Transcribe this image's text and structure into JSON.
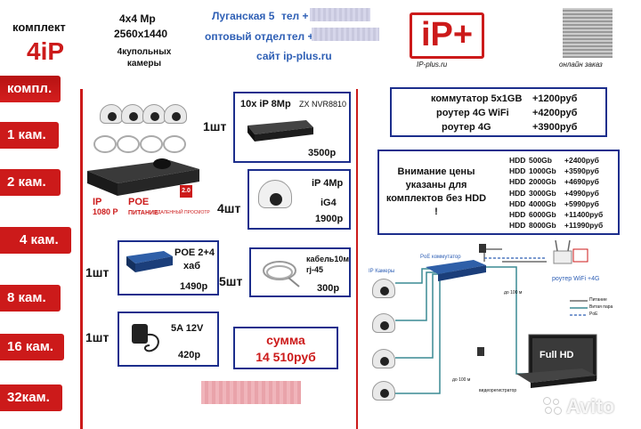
{
  "header": {
    "kit_label": "комплект",
    "brand": "4iP",
    "resolution": "4x4 Mp",
    "pixels": "2560x1440",
    "camera_desc": "4купольных камеры",
    "address": "Луганская 5",
    "phone_label_1": "тел +",
    "wholesale": "оптовый отдел",
    "phone_label_2": "тел +",
    "site": "сайт ip-plus.ru",
    "logo_text": "iP+",
    "logo_caption": "IP-plus.ru",
    "qr_caption": "онлайн заказ"
  },
  "tabs": [
    "компл.",
    "1 кам.",
    "2 кам.",
    "4 кам.",
    "8 кам.",
    "16 кам.",
    "32кам."
  ],
  "kit_image": {
    "badge_ip": "IP",
    "badge_res": "1080 P",
    "badge_poe": "POE",
    "badge_poe_sub": "ПИТАНИЕ",
    "badge_ver": "2.0",
    "badge_remote": "УДАЛЕННЫЙ ПРОСМОТР"
  },
  "products": {
    "nvr": {
      "qty": "1шт",
      "title": "10х iP 8Mp",
      "model": "ZX NVR8810",
      "price": "3500р"
    },
    "camera": {
      "qty": "4шт",
      "title": "iP 4Mp",
      "model": "iG4",
      "price": "1900р"
    },
    "poe": {
      "qty": "1шт",
      "title": "POE 2+4",
      "subtitle": "хаб",
      "price": "1490р"
    },
    "cable": {
      "qty": "5шт",
      "title": "кабель10м",
      "subtitle": "rj-45",
      "price": "300р"
    },
    "psu": {
      "qty": "1шт",
      "title": "5A 12V",
      "price": "420р"
    }
  },
  "total": {
    "label": "сумма",
    "value": "14 510руб"
  },
  "options": [
    {
      "name": "коммутатор 5x1GB",
      "price": "+1200руб"
    },
    {
      "name": "роутер 4G WiFi",
      "price": "+4200руб"
    },
    {
      "name": "роутер 4G",
      "price": "+3900руб"
    }
  ],
  "notice": "Внимание цены указаны для комплектов без HDD !",
  "hdd": [
    {
      "name": "HDD",
      "size": "500Gb",
      "price": "+2400руб"
    },
    {
      "name": "HDD",
      "size": "1000Gb",
      "price": "+3590руб"
    },
    {
      "name": "HDD",
      "size": "2000Gb",
      "price": "+4690руб"
    },
    {
      "name": "HDD",
      "size": "3000Gb",
      "price": "+4990руб"
    },
    {
      "name": "HDD",
      "size": "4000Gb",
      "price": "+5990руб"
    },
    {
      "name": "HDD",
      "size": "6000Gb",
      "price": "+11400руб"
    },
    {
      "name": "HDD",
      "size": "8000Gb",
      "price": "+11990руб"
    }
  ],
  "diagram": {
    "cams_label": "IP Камеры",
    "switch_label": "PoE коммутатор",
    "router_label": "роутер WiFi +4G",
    "legend_power": "Питание",
    "legend_twisted": "Витая пара",
    "legend_poe": "PoE",
    "dist1": "до 100 м",
    "dist2": "до 100 м",
    "recorder_label": "видеорегистратор",
    "monitor_text": "Full HD"
  },
  "watermark": "Avito",
  "colors": {
    "red": "#cc1a1a",
    "navy": "#1c2e8c",
    "link": "#2e5fb5"
  }
}
